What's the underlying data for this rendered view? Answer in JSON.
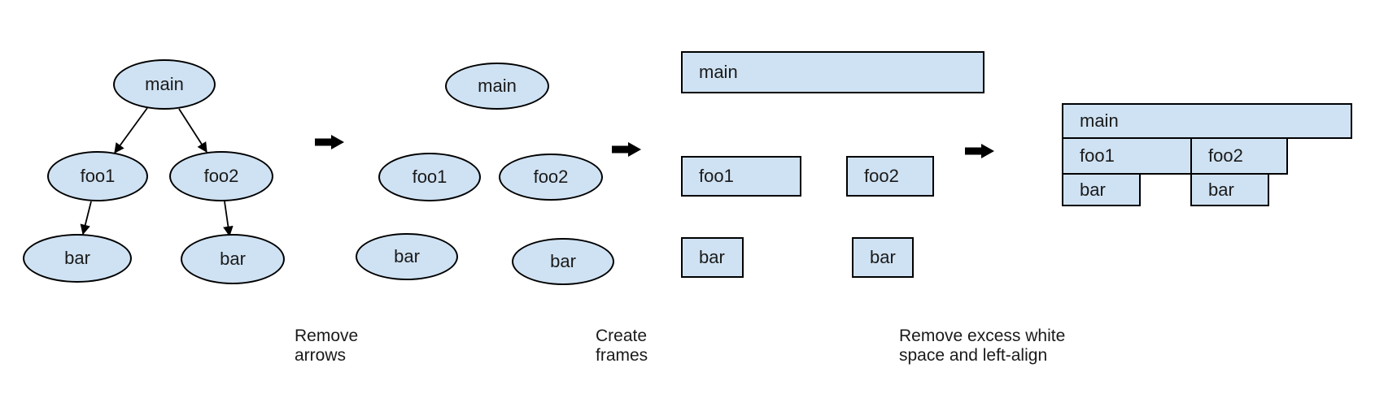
{
  "diagram": {
    "description": "Flame graph construction steps",
    "colors": {
      "node_fill": "#cfe2f3",
      "node_stroke": "#000000",
      "arrow": "#000000",
      "text": "#1a1a1a",
      "background": "#ffffff"
    },
    "stages": {
      "tree": {
        "main": "main",
        "foo1": "foo1",
        "foo2": "foo2",
        "bar1": "bar",
        "bar2": "bar"
      },
      "no_arrows": {
        "main": "main",
        "foo1": "foo1",
        "foo2": "foo2",
        "bar1": "bar",
        "bar2": "bar"
      },
      "frames": {
        "main": "main",
        "foo1": "foo1",
        "foo2": "foo2",
        "bar1": "bar",
        "bar2": "bar"
      },
      "flame": {
        "main": "main",
        "foo1": "foo1",
        "foo2": "foo2",
        "bar1": "bar",
        "bar2": "bar"
      }
    },
    "captions": {
      "step1": {
        "line1": "Remove",
        "line2": "arrows"
      },
      "step2": {
        "line1": "Create",
        "line2": "frames"
      },
      "step3": {
        "line1": "Remove excess white",
        "line2": "space and left-align"
      }
    }
  }
}
